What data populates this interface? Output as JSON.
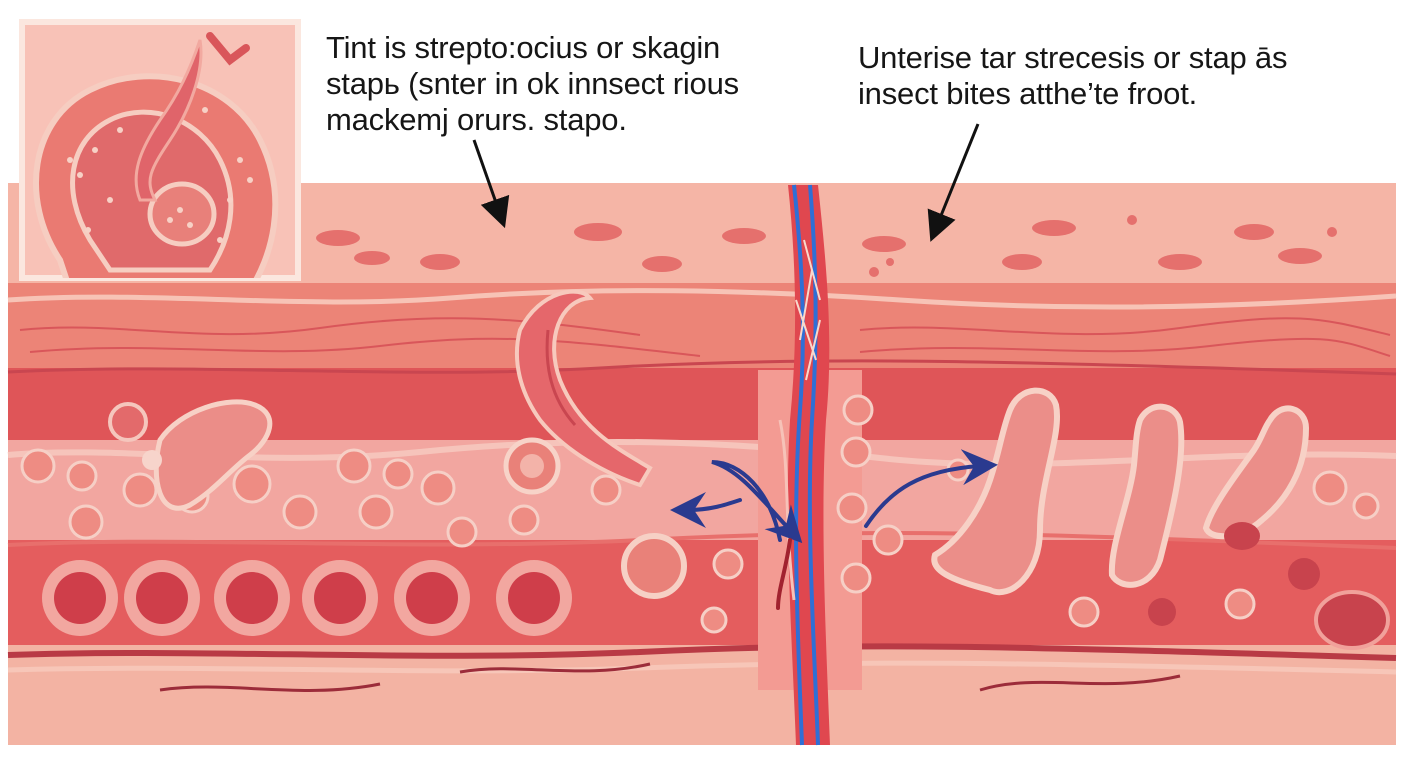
{
  "captions": {
    "left": "Tint is strepto:ocius or skagin\nstapь (snter in ok innsect rious\nmackemj orurs. stapo.",
    "right": "Unterise tar strecesis or stap ās\ninsect bites atthe’te froot."
  },
  "colors": {
    "background": "#ffffff",
    "epidermis": "#f5b5a6",
    "dermis_dark": "#e0575a",
    "dermis_mid": "#ea7a72",
    "pink_band": "#f3a9a3",
    "cell_fill": "#e8807a",
    "cell_outline": "#f7cdbf",
    "vein_blue": "#2f6fd6",
    "arrow_navy": "#2a3a8f",
    "vessel_red": "#d83b44",
    "inset_border": "#fbe7df"
  },
  "icons": {
    "inset": "skin-lesion-magnified-illustration",
    "arrows": "pointer-arrow",
    "flow_arrows": "curved-flow-arrow"
  }
}
